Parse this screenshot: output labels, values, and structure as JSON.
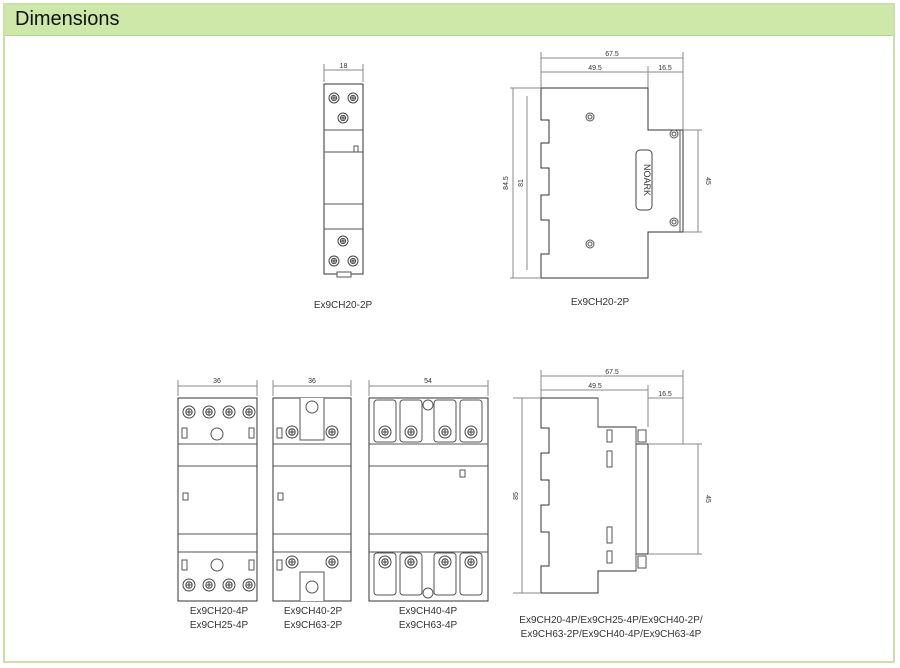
{
  "header": {
    "title": "Dimensions"
  },
  "views": {
    "top_front": {
      "dim_width": "18",
      "caption": "Ex9CH20-2P"
    },
    "top_side": {
      "dim_total": "67.5",
      "dim_a": "49.5",
      "dim_b": "16.5",
      "dim_h1": "84.5",
      "dim_h2": "81",
      "dim_h3": "45",
      "logo": "NOARK",
      "caption": "Ex9CH20-2P"
    },
    "b1": {
      "dim_width": "36",
      "caption_1": "Ex9CH20-4P",
      "caption_2": "Ex9CH25-4P"
    },
    "b2": {
      "dim_width": "36",
      "caption_1": "Ex9CH40-2P",
      "caption_2": "Ex9CH63-2P"
    },
    "b3": {
      "dim_width": "54",
      "caption_1": "Ex9CH40-4P",
      "caption_2": "Ex9CH63-4P"
    },
    "bottom_side": {
      "dim_total": "67.5",
      "dim_a": "49.5",
      "dim_b": "16.5",
      "dim_h1": "85",
      "dim_h2": "45",
      "caption_1": "Ex9CH20-4P/Ex9CH25-4P/Ex9CH40-2P/",
      "caption_2": "Ex9CH63-2P/Ex9CH40-4P/Ex9CH63-4P"
    }
  }
}
